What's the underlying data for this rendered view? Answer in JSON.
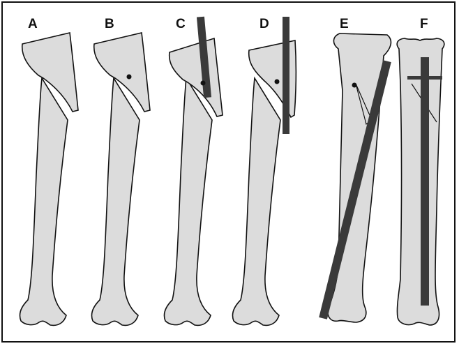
{
  "figure": {
    "panels": [
      {
        "id": "A",
        "label": "A"
      },
      {
        "id": "B",
        "label": "B"
      },
      {
        "id": "C",
        "label": "C"
      },
      {
        "id": "D",
        "label": "D"
      },
      {
        "id": "E",
        "label": "E"
      },
      {
        "id": "F",
        "label": "F"
      }
    ]
  },
  "colors": {
    "bone_fill": "#dcdcdc",
    "outline": "#111111",
    "rod": "#3a3a3a",
    "background": "#ffffff"
  }
}
